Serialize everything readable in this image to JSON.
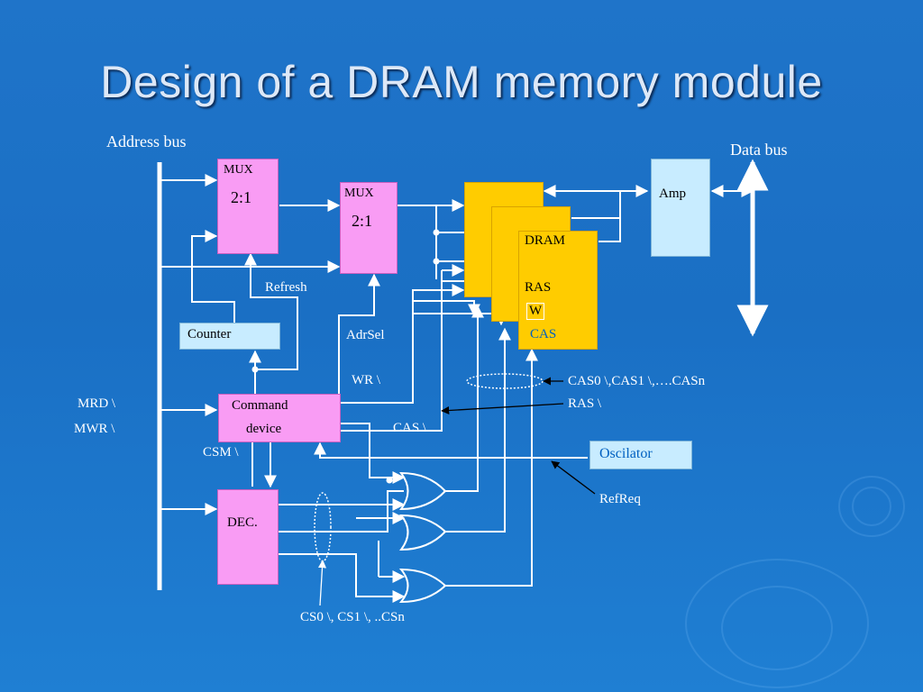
{
  "slide": {
    "title": "Design of a DRAM memory module"
  },
  "labels": {
    "address_bus": "Address bus",
    "data_bus": "Data bus",
    "refresh": "Refresh",
    "adrsel": "AdrSel",
    "wr": "WR \\",
    "mrd": "MRD \\",
    "mwr": "MWR \\",
    "csm": "CSM \\",
    "cas_signal": "CAS \\",
    "cas_list": "CAS0 \\,CAS1 \\,….CASn",
    "ras_signal": "RAS \\",
    "refreq": "RefReq",
    "cs_list": "CS0 \\, CS1 \\, ..CSn"
  },
  "blocks": {
    "mux1": {
      "title": "MUX",
      "ratio": "2:1"
    },
    "mux2": {
      "title": "MUX",
      "ratio": "2:1"
    },
    "counter": "Counter",
    "command": {
      "line1": "Command",
      "line2": "device"
    },
    "dec": "DEC.",
    "amp": "Amp",
    "dram": {
      "title": "DRAM",
      "ras": "RAS",
      "w": "W",
      "cas": "CAS"
    },
    "oscilator": "Oscilator"
  },
  "colors": {
    "mux": "#f99cf4",
    "dram": "#ffcc00",
    "light_box": "#c8ecff",
    "background": "#1a6fc4",
    "cas_text": "#0060c0"
  }
}
